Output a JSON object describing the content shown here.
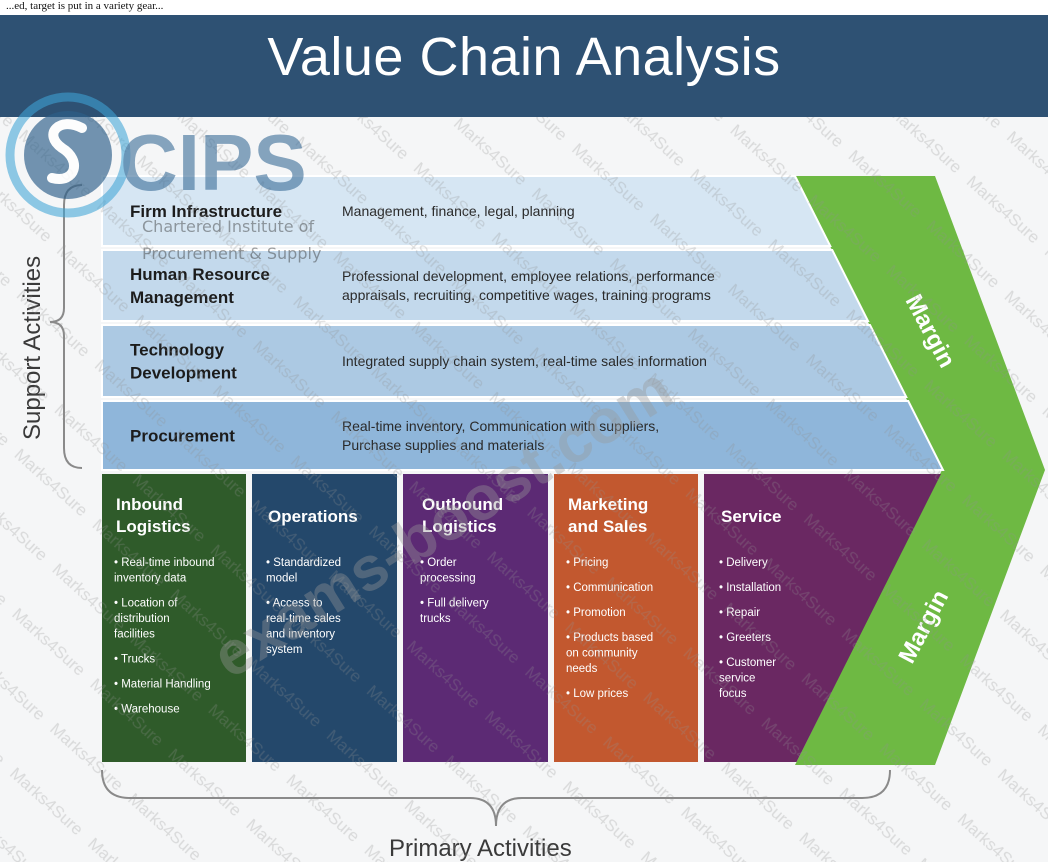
{
  "caption": "...ed, target is put in a variety gear...",
  "title": "Value Chain Analysis",
  "watermark": {
    "logo_text": "CIPS",
    "logo_sub_1": "Chartered Institute of",
    "logo_sub_2": "Procurement & Supply",
    "site": "exams-boost.com",
    "tile": "Marks4Sure"
  },
  "support_label": "Support Activities",
  "primary_label": "Primary Activities",
  "margin_label": "Margin",
  "support": [
    {
      "name": [
        "Firm Infrastructure"
      ],
      "desc": [
        "Management, finance, legal, planning"
      ]
    },
    {
      "name": [
        "Human Resource",
        "Management"
      ],
      "desc": [
        "Professional development, employee relations, performance",
        "appraisals, recruiting, competitive wages, training programs"
      ]
    },
    {
      "name": [
        "Technology",
        "Development"
      ],
      "desc": [
        "Integrated supply chain system, real-time sales information"
      ]
    },
    {
      "name": [
        "Procurement"
      ],
      "desc": [
        "Real-time inventory, Communication with suppliers,",
        "Purchase supplies and materials"
      ]
    }
  ],
  "primary": [
    {
      "name": [
        "Inbound",
        "Logistics"
      ],
      "items": [
        [
          "Real-time inbound",
          "inventory data"
        ],
        [
          "Location of",
          "distribution",
          "facilities"
        ],
        [
          "Trucks"
        ],
        [
          "Material Handling"
        ],
        [
          "Warehouse"
        ]
      ]
    },
    {
      "name": [
        "Operations"
      ],
      "items": [
        [
          "Standardized",
          "model"
        ],
        [
          "Access to",
          "real-time sales",
          "and inventory",
          "system"
        ]
      ]
    },
    {
      "name": [
        "Outbound",
        "Logistics"
      ],
      "items": [
        [
          "Order",
          "processing"
        ],
        [
          "Full delivery",
          "trucks"
        ]
      ]
    },
    {
      "name": [
        "Marketing",
        "and Sales"
      ],
      "items": [
        [
          "Pricing"
        ],
        [
          "Communication"
        ],
        [
          "Promotion"
        ],
        [
          "Products based",
          "on community",
          "needs"
        ],
        [
          "Low prices"
        ]
      ]
    },
    {
      "name": [
        "Service"
      ],
      "items": [
        [
          "Delivery"
        ],
        [
          "Installation"
        ],
        [
          "Repair"
        ],
        [
          "Greeters"
        ],
        [
          "Customer",
          "service",
          "focus"
        ]
      ]
    }
  ],
  "colors": {
    "header": "#2e5173",
    "support_rows": [
      "#d6e6f3",
      "#c3d9ec",
      "#acc9e3",
      "#8fb6da"
    ],
    "primary_cols": [
      "#2f5b2a",
      "#24486b",
      "#5c2a74",
      "#c2582f",
      "#6a2862"
    ],
    "margin": "#6eb943",
    "brace": "#8a8a8a"
  }
}
